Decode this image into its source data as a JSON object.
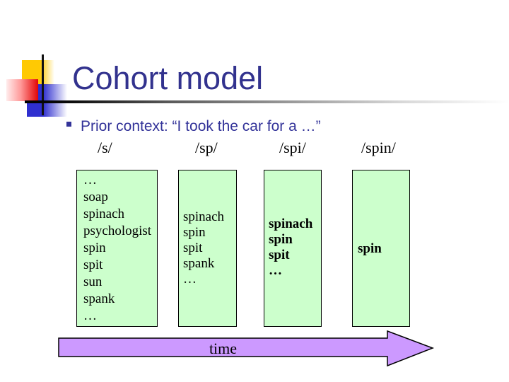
{
  "slide": {
    "title": "Cohort model",
    "bullet_text": "Prior context: “I took the car for a …”",
    "columns": [
      {
        "label": "/s/",
        "words": [
          "…",
          "soap",
          "spinach",
          "psychologist",
          "spin",
          "spit",
          "sun",
          "spank",
          "…"
        ],
        "bold": false
      },
      {
        "label": "/sp/",
        "words": [
          "spinach",
          "spin",
          "spit",
          "spank",
          "…"
        ],
        "bold": false
      },
      {
        "label": "/spi/",
        "words": [
          "spinach",
          "spin",
          "spit",
          "…"
        ],
        "bold": true
      },
      {
        "label": "/spin/",
        "words": [
          "spin"
        ],
        "bold": true
      }
    ],
    "timeline": {
      "label": "time"
    },
    "colors": {
      "title_text": "#32328E",
      "bullet_text": "#333399",
      "box_fill": "#CCFFCC",
      "box_border": "#000000",
      "arrow_fill": "#CC99FF",
      "arrow_border": "#000000",
      "deco_yellow": "#FFC903",
      "deco_red": "#E30505",
      "deco_blue": "#2F2FCF"
    }
  }
}
